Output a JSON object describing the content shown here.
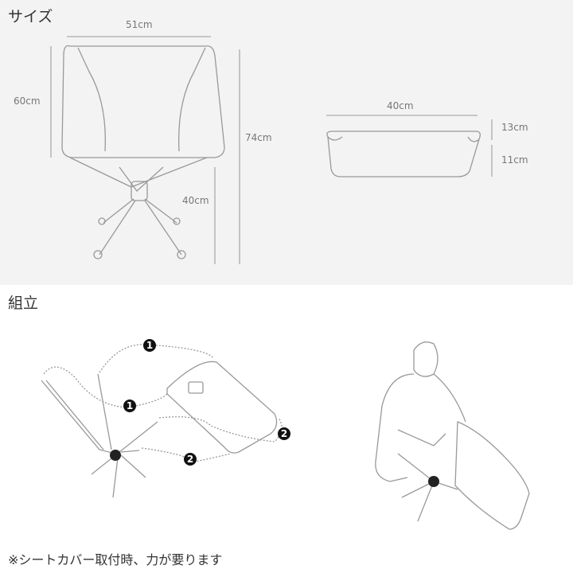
{
  "size_section": {
    "title": "サイズ",
    "chair_dims": {
      "width": "51cm",
      "back_height": "60cm",
      "total_height": "74cm",
      "seat_height": "40cm"
    },
    "bag_dims": {
      "length": "40cm",
      "height_top": "13cm",
      "height_side": "11cm"
    }
  },
  "assembly_section": {
    "title": "組立",
    "step_badges": [
      "1",
      "1",
      "2",
      "2"
    ],
    "note": "※シートカバー取付時、力が要ります"
  },
  "colors": {
    "top_background": "#f3f3f3",
    "line": "#888888",
    "badge": "#111111"
  }
}
